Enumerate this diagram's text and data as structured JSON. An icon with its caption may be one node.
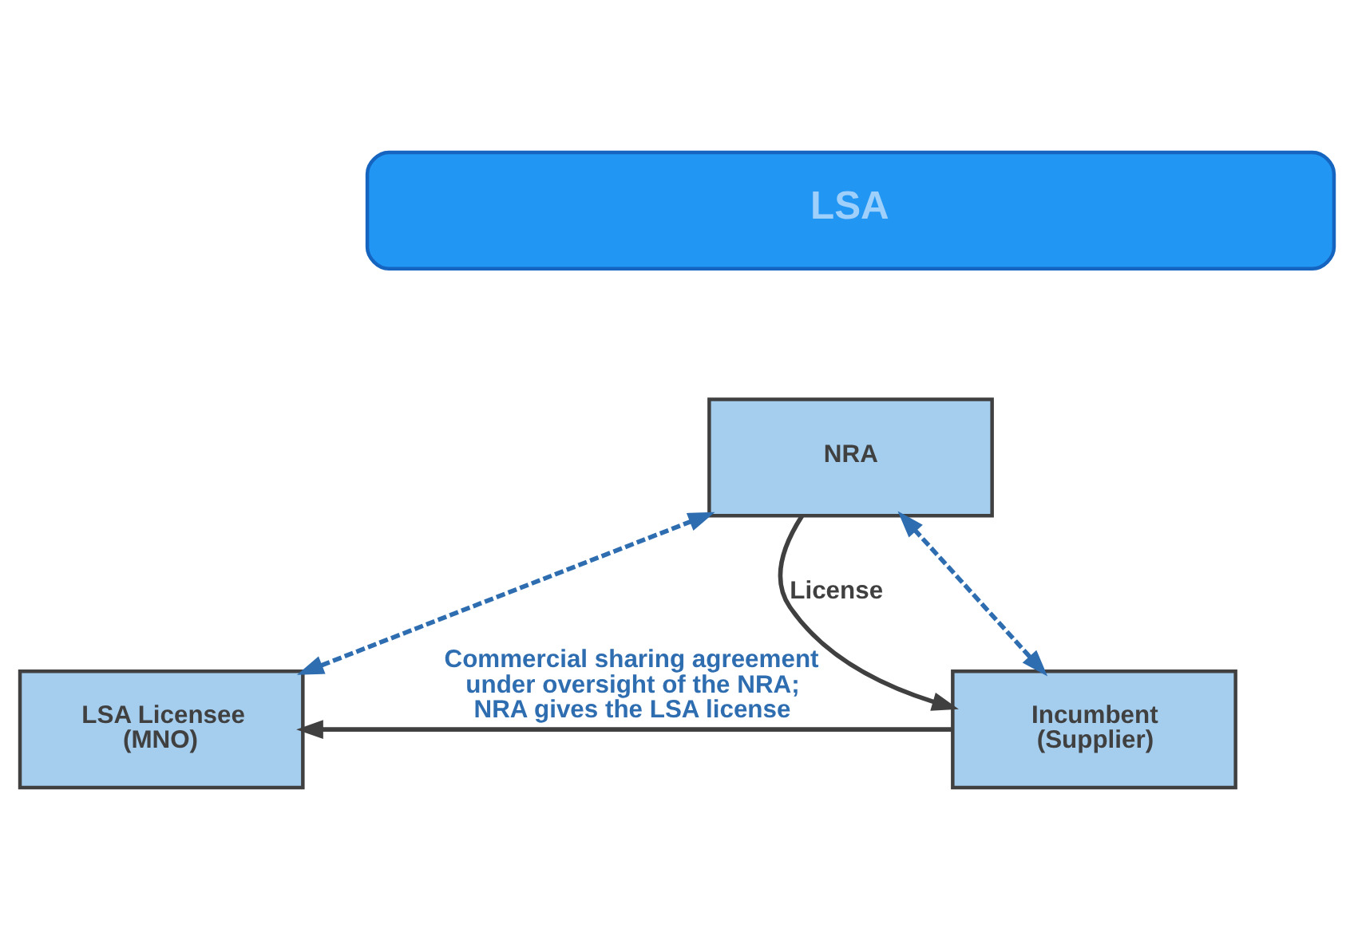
{
  "diagram": {
    "nodes": [
      {
        "text": [
          "LSA"
        ]
      },
      {
        "text": [
          "NRA"
        ]
      },
      {
        "text": [
          "LSA Licensee (MNO)"
        ]
      },
      {
        "text": [
          "Incumbent (Supplier)"
        ]
      }
    ],
    "edges": [
      {
        "from": 1,
        "to": 3,
        "arrow": "to",
        "label": "License"
      },
      {
        "from": 3,
        "to": 2,
        "arrow": "to",
        "label": "Commercial sharing agreement under oversight of the NRA; NRA gives the LSA license"
      },
      {
        "from": 1,
        "to": 2,
        "arrow": "both",
        "style": "dashed",
        "color": "#2e6db0"
      },
      {
        "from": 1,
        "to": 3,
        "arrow": "both",
        "style": "dashed",
        "color": "#2e6db0"
      }
    ]
  }
}
